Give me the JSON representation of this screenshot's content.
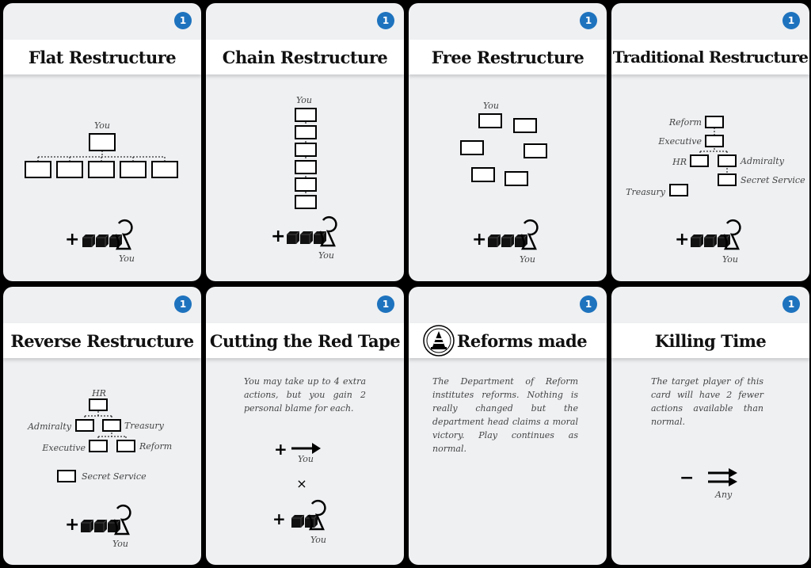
{
  "cards": [
    {
      "title": "Flat Restructure",
      "cost": "1",
      "labels": {
        "top": "You",
        "player": "You"
      },
      "symbols": {
        "plus": "+"
      }
    },
    {
      "title": "Chain Restructure",
      "cost": "1",
      "labels": {
        "top": "You",
        "player": "You"
      },
      "symbols": {
        "plus": "+"
      }
    },
    {
      "title": "Free Restructure",
      "cost": "1",
      "labels": {
        "top": "You",
        "player": "You"
      },
      "symbols": {
        "plus": "+"
      }
    },
    {
      "title": "Traditional Restructure",
      "cost": "1",
      "labels": {
        "reform": "Reform",
        "executive": "Executive",
        "hr": "HR",
        "admiralty": "Admiralty",
        "secret_service": "Secret Service",
        "treasury": "Treasury",
        "player": "You"
      },
      "symbols": {
        "plus": "+"
      }
    },
    {
      "title": "Reverse Restructure",
      "cost": "1",
      "labels": {
        "hr": "HR",
        "admiralty": "Admiralty",
        "treasury": "Treasury",
        "executive": "Executive",
        "reform": "Reform",
        "secret_service": "Secret Service",
        "player": "You"
      },
      "symbols": {
        "plus": "+"
      }
    },
    {
      "title": "Cutting the Red Tape",
      "cost": "1",
      "description": "You may take up to 4 extra actions, but you gain 2 personal blame for each.",
      "labels": {
        "arrow_target": "You",
        "player": "You"
      },
      "symbols": {
        "plus1": "+",
        "times": "×",
        "plus2": "+"
      }
    },
    {
      "title": "Reforms made",
      "cost": "1",
      "description": "The Department of Reform institutes reforms. Nothing is really changed but the department head claims a moral victory. Play continues as normal.",
      "seal_icon": "department-of-reform-seal"
    },
    {
      "title": "Killing Time",
      "cost": "1",
      "description": "The target player of this card will have 2 fewer actions available than normal.",
      "labels": {
        "target": "Any"
      },
      "symbols": {
        "minus": "−"
      }
    }
  ],
  "colors": {
    "badge": "#1e73be",
    "card": "#eef0f2",
    "border": "#000000"
  }
}
